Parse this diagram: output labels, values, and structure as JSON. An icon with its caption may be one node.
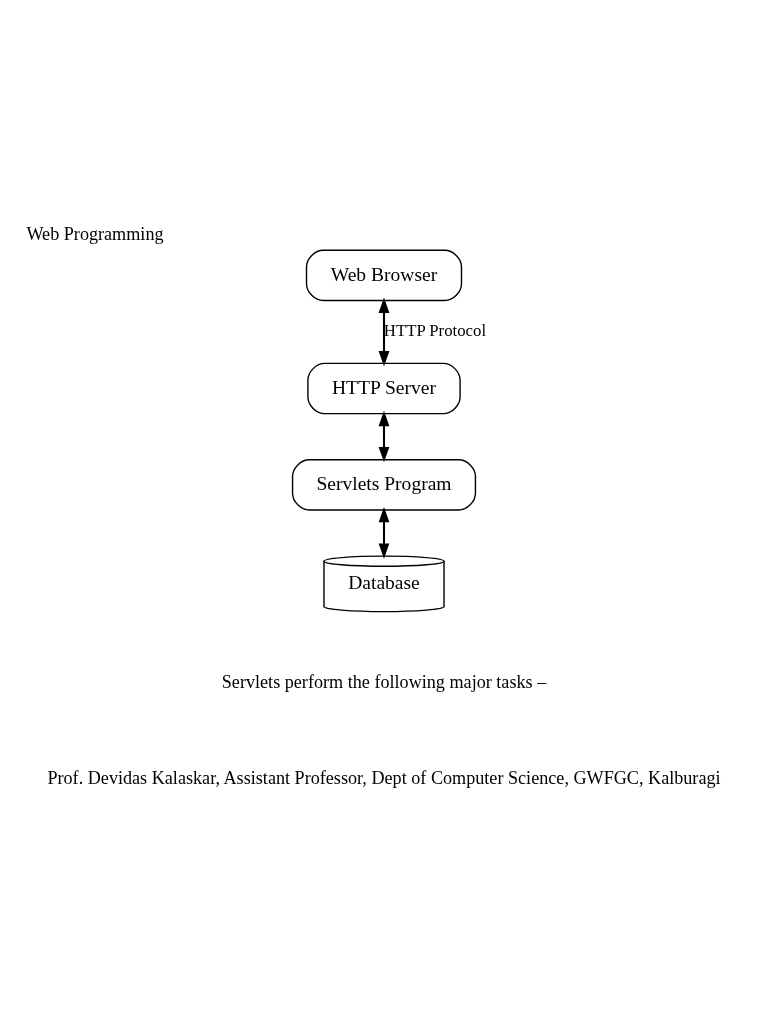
{
  "diagram": {
    "title": "Web Programming",
    "nodes": [
      {
        "text": [
          "HTTP Server"
        ]
      },
      {
        "text": [
          "Web Browser"
        ]
      },
      {
        "text": [
          "Servlets Program"
        ]
      },
      {
        "text": [
          "Database"
        ]
      }
    ],
    "edges": [
      {
        "from": 1,
        "to": 0,
        "arrow": "both",
        "label": "HTTP Protocol"
      },
      {
        "from": 0,
        "to": 2,
        "arrow": "both"
      },
      {
        "from": 2,
        "to": 3,
        "arrow": "both"
      }
    ],
    "labels": [
      "Servlets perform the following major tasks –",
      "Prof. Devidas Kalaskar, Assistant Professor, Dept of Computer Science, GWFGC, Kalburagi"
    ]
  }
}
